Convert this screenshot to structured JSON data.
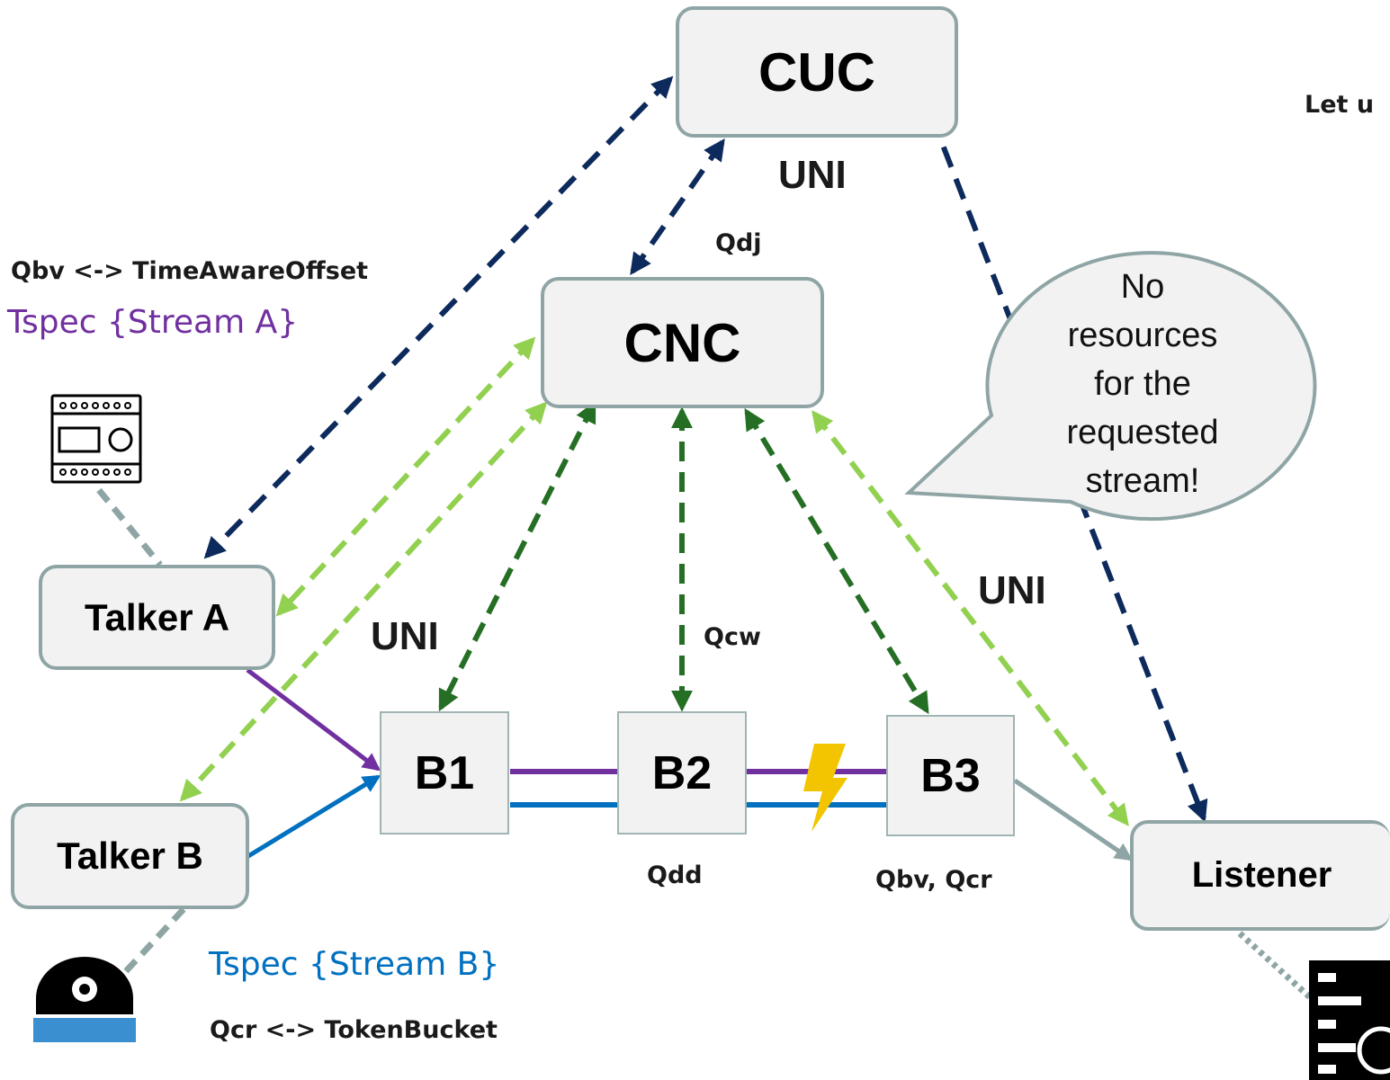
{
  "nodes": {
    "cuc": "CUC",
    "cnc": "CNC",
    "talker_a": "Talker A",
    "talker_b": "Talker B",
    "listener": "Listener",
    "b1": "B1",
    "b2": "B2",
    "b3": "B3"
  },
  "labels": {
    "uni_top": "UNI",
    "uni_left": "UNI",
    "uni_right": "UNI",
    "qdj": "Qdj",
    "qcw": "Qcw",
    "qdd": "Qdd",
    "qbv_qcr": "Qbv, Qcr",
    "qbv_offset": "Qbv <-> TimeAwareOffset",
    "qcr_token": "Qcr <-> TokenBucket",
    "tspec_a": "Tspec {Stream A}",
    "tspec_b": "Tspec {Stream B}",
    "cutoff": "Let u"
  },
  "bubble": {
    "lines": [
      "No",
      "resources",
      "for the",
      "requested",
      "stream!"
    ]
  },
  "colors": {
    "stream_a": "#7030a0",
    "stream_b": "#0070c0",
    "cuc_link": "#0d2a5c",
    "cnc_bridge_link": "#256f25",
    "cnc_endpoint_link": "#92d050",
    "device_link": "#8fa5a5",
    "fault": "#f2c500"
  },
  "icons": [
    "plc-device-icon",
    "camera-device-icon",
    "server-device-icon",
    "lightning-fault-icon"
  ]
}
